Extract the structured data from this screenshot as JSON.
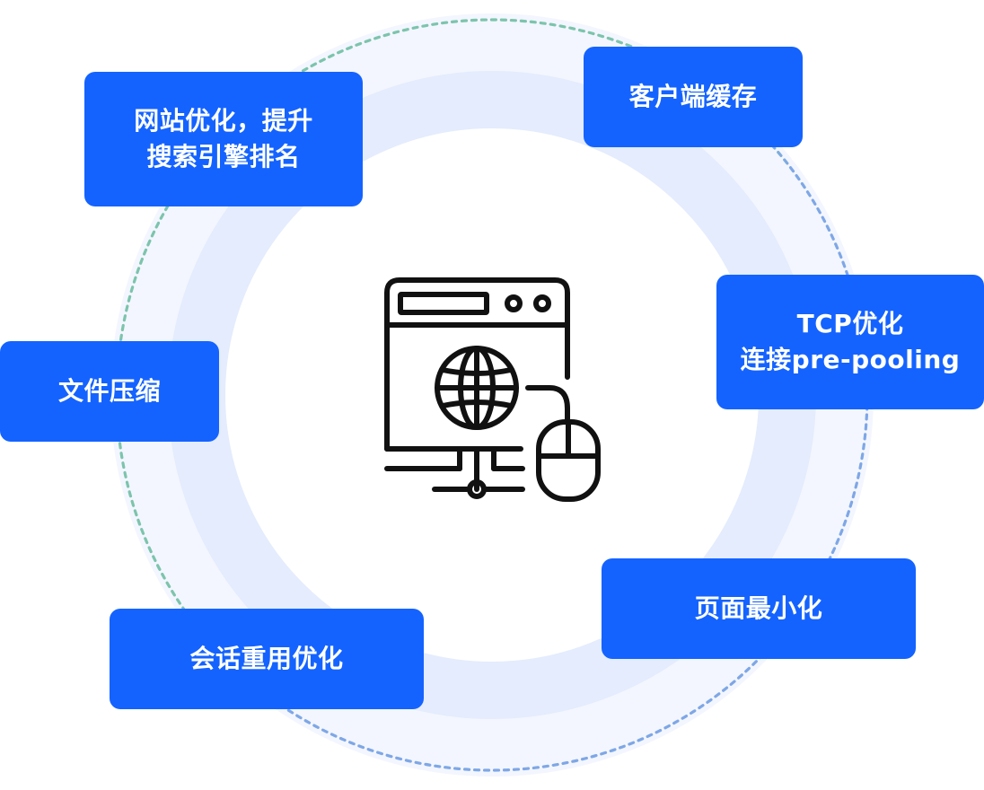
{
  "diagram": {
    "nodes": [
      {
        "id": "seo",
        "label": "网站优化，提升\n搜索引擎排名"
      },
      {
        "id": "client-cache",
        "label": "客户端缓存"
      },
      {
        "id": "tcp",
        "label": "TCP优化\n连接pre-pooling"
      },
      {
        "id": "compress",
        "label": "文件压缩"
      },
      {
        "id": "page-min",
        "label": "页面最小化"
      },
      {
        "id": "session",
        "label": "会话重用优化"
      }
    ],
    "center_icon": "web-browser-globe-mouse-icon",
    "colors": {
      "box": "#1463ff",
      "text": "#ffffff",
      "ring_outer": "#f3f6fe",
      "ring_inner": "#e4ecfd",
      "dash_green": "#7cc4ac",
      "dash_blue": "#7ea7e6",
      "icon": "#111111"
    }
  }
}
